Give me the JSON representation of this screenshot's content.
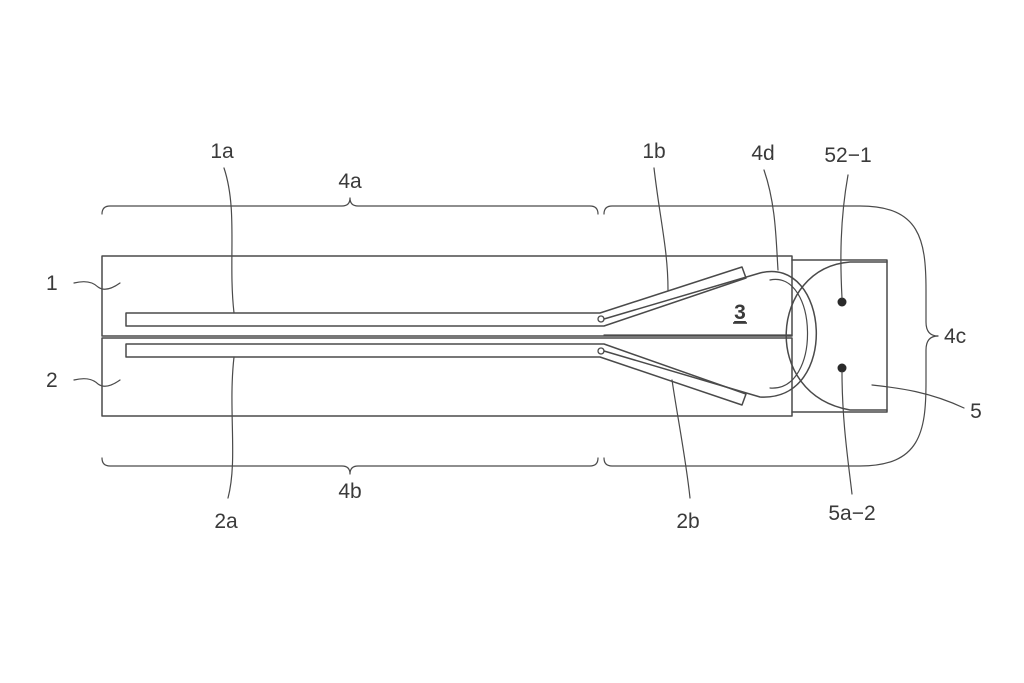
{
  "labels": {
    "ref_1": "1",
    "ref_2": "2",
    "ref_1a": "1a",
    "ref_1b": "1b",
    "ref_2a": "2a",
    "ref_2b": "2b",
    "ref_3": "3",
    "ref_4a": "4a",
    "ref_4b": "4b",
    "ref_4c": "4c",
    "ref_4d": "4d",
    "ref_5": "5",
    "ref_52_1": "52−1",
    "ref_5a_2": "5a−2"
  },
  "colors": {
    "line": "#4a4a4a",
    "text": "#3a3a3a",
    "background": "#ffffff"
  }
}
